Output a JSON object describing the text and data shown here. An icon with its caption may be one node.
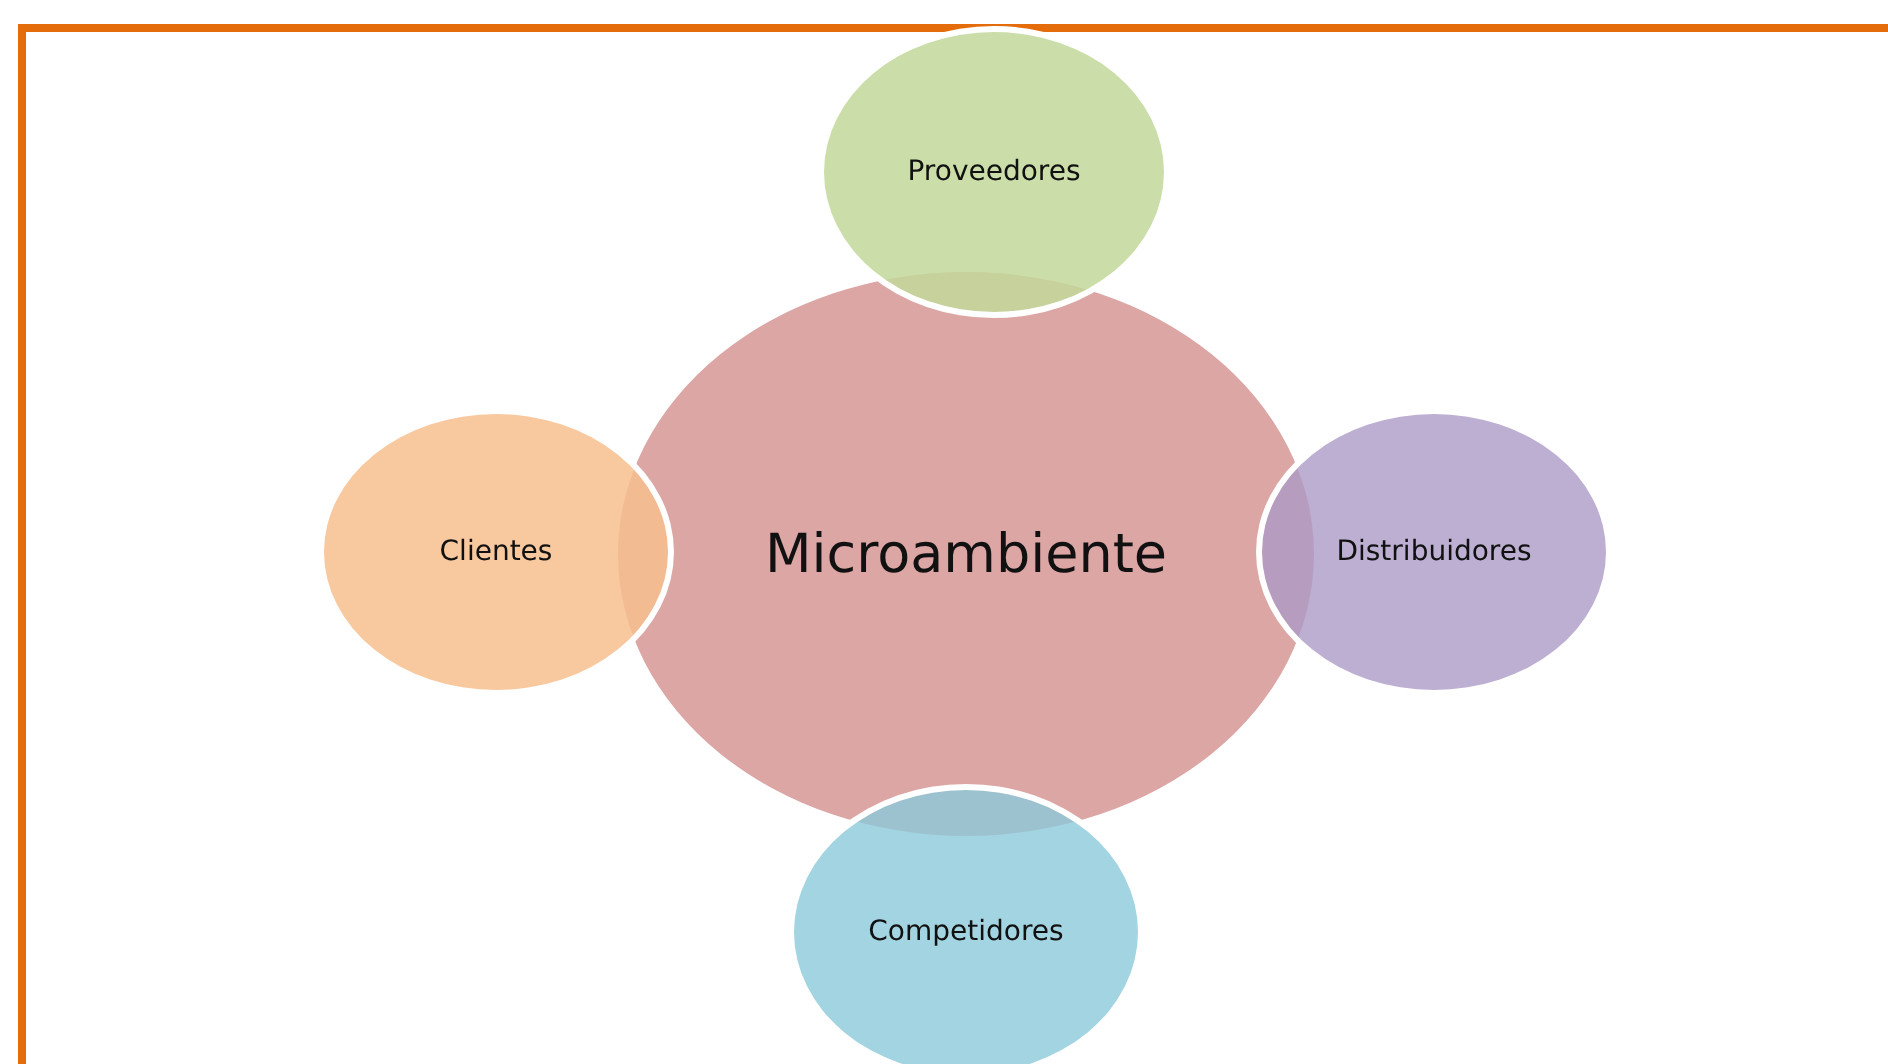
{
  "diagram": {
    "nodes": [
      {
        "text": [
          "Proveedores"
        ]
      },
      {
        "text": [
          "Clientes"
        ]
      },
      {
        "text": [
          "Microambiente"
        ]
      },
      {
        "text": [
          "Distribuidores"
        ]
      },
      {
        "text": [
          "Competidores"
        ]
      }
    ],
    "edges": []
  }
}
